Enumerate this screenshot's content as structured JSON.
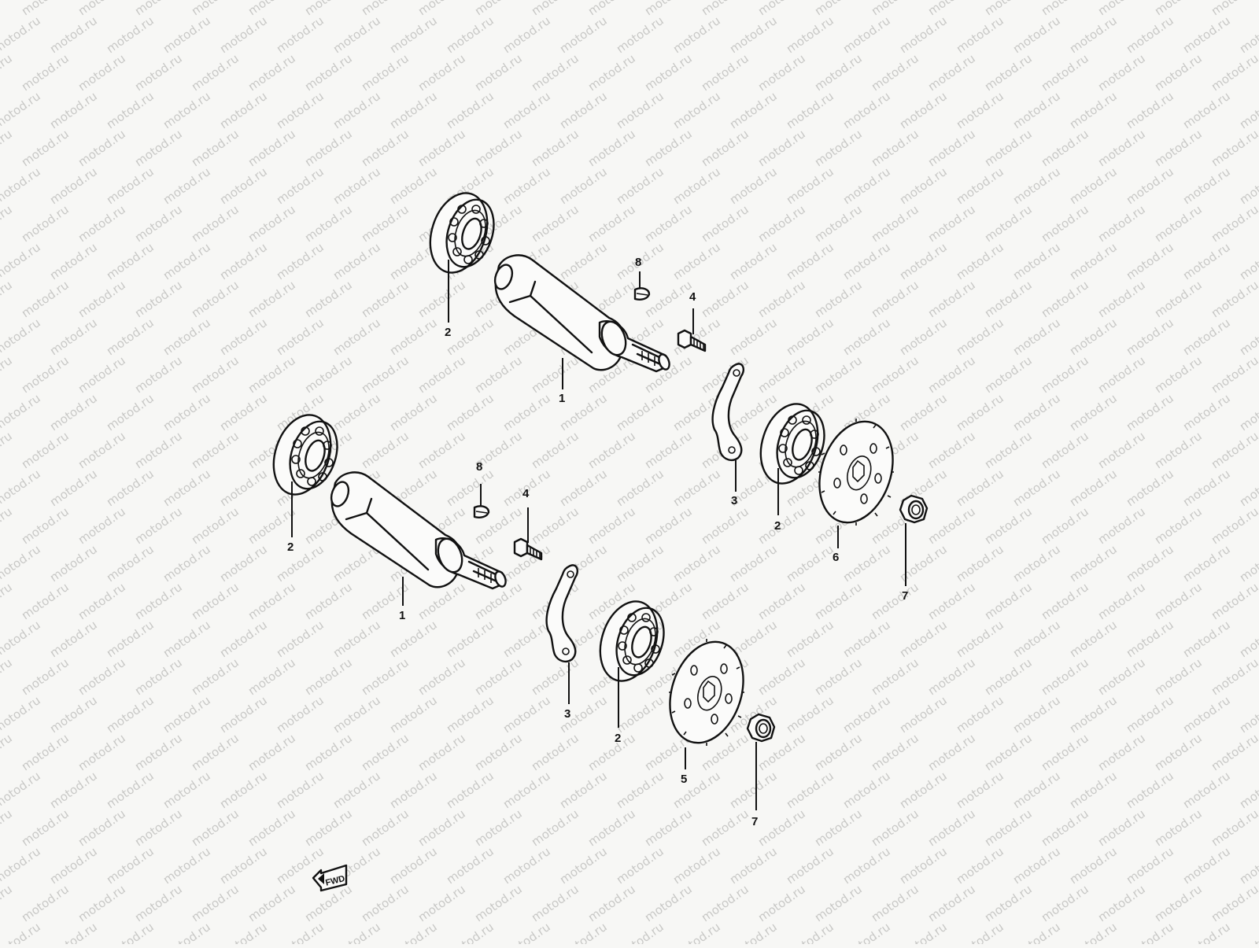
{
  "watermark": {
    "text": "motod.ru"
  },
  "callouts": {
    "upper": {
      "shaft": "1",
      "bearing_left": "2",
      "key": "8",
      "bolt": "4",
      "plate": "3",
      "bearing_right": "2",
      "gear": "6",
      "nut": "7"
    },
    "lower": {
      "shaft": "1",
      "bearing_left": "2",
      "key": "8",
      "bolt": "4",
      "plate": "3",
      "bearing_right": "2",
      "gear": "5",
      "nut": "7"
    }
  },
  "direction_indicator": {
    "label": "FWD"
  }
}
